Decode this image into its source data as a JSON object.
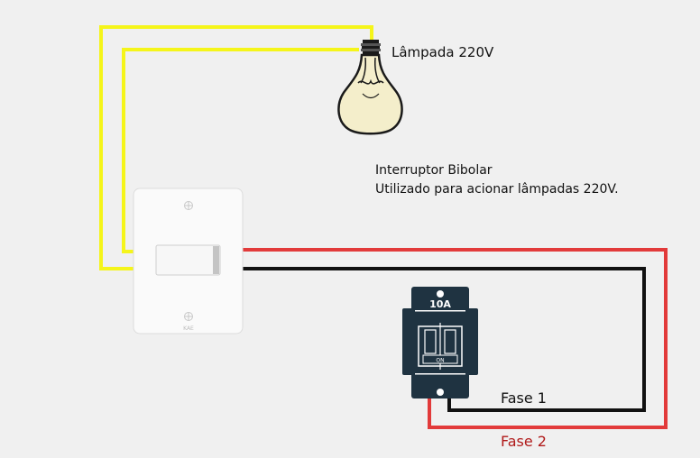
{
  "lamp": {
    "label": "Lâmpada 220V"
  },
  "switch": {
    "brand": "KAE"
  },
  "description": {
    "line1": "Interruptor Bibolar",
    "line2": "Utilizado para acionar lâmpadas 220V."
  },
  "breaker": {
    "rating": "10A",
    "state": "ON"
  },
  "wires": {
    "fase1_label": "Fase 1",
    "fase2_label": "Fase 2",
    "colors": {
      "lamp": "#f5f51a",
      "fase1": "#111111",
      "fase2": "#e23a3a"
    }
  },
  "colors": {
    "background": "#f0f0f0",
    "fase2_text": "#b01a1a",
    "breaker_body": "#1f3341"
  }
}
